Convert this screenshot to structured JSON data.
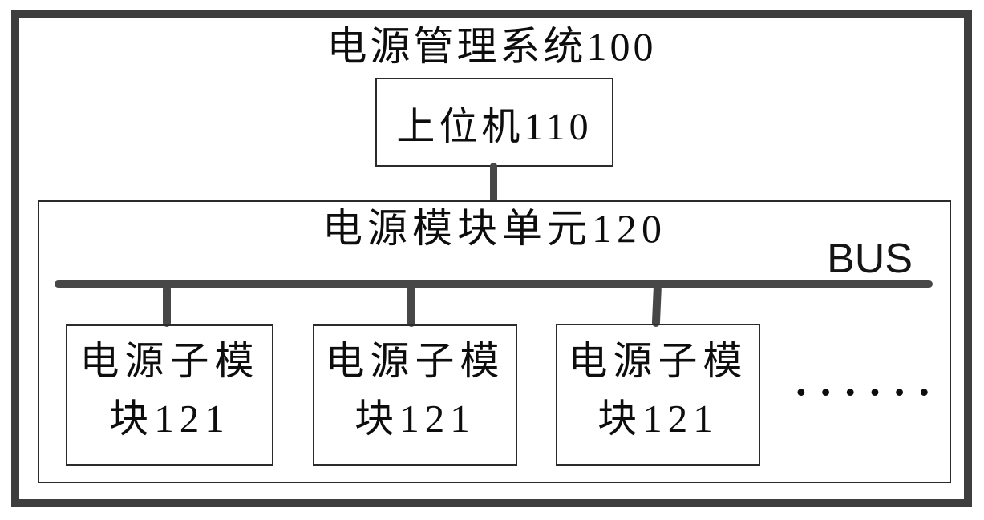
{
  "diagram": {
    "title": "电源管理系统100",
    "host_computer": {
      "label": "上位机110"
    },
    "power_module_unit": {
      "title": "电源模块单元120",
      "bus_label": "BUS",
      "submodules": [
        {
          "label": "电源子模\n块121"
        },
        {
          "label": "电源子模\n块121"
        },
        {
          "label": "电源子模\n块121"
        }
      ],
      "more_indicator": "••••••"
    },
    "colors": {
      "thick_line": "#3e3e3e",
      "connector": "#474747",
      "thin_border": "#2b2b2b",
      "text": "#0d0d0d",
      "background": "#ffffff"
    }
  }
}
